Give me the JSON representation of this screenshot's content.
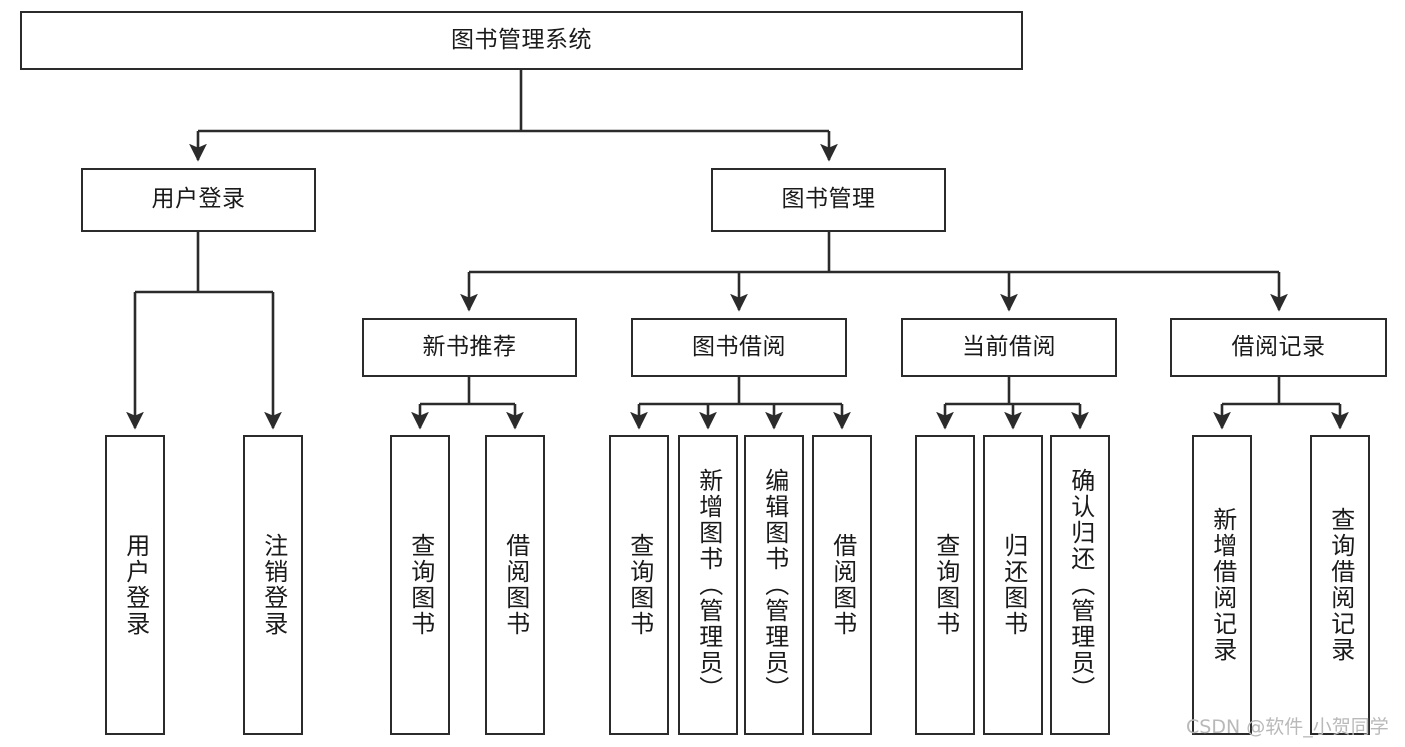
{
  "diagram": {
    "type": "tree-hierarchy",
    "title": "图书管理系统",
    "watermark": "CSDN @软件_小贺同学",
    "colors": {
      "border": "#2b2b2b",
      "background": "#ffffff",
      "text": "#1a1a1a",
      "edge": "#2b2b2b",
      "watermark": "#b9b9b9"
    },
    "nodes": {
      "root": {
        "label": "图书管理系统"
      },
      "level2": [
        {
          "label": "用户登录"
        },
        {
          "label": "图书管理"
        }
      ],
      "level3": [
        {
          "label": "新书推荐"
        },
        {
          "label": "图书借阅"
        },
        {
          "label": "当前借阅"
        },
        {
          "label": "借阅记录"
        }
      ],
      "leaves_user_login": [
        {
          "label": "用户登录"
        },
        {
          "label": "注销登录"
        }
      ],
      "leaves_new_books": [
        {
          "label": "查询图书"
        },
        {
          "label": "借阅图书"
        }
      ],
      "leaves_borrow": [
        {
          "label": "查询图书"
        },
        {
          "label": "新增图书（管理员）"
        },
        {
          "label": "编辑图书（管理员）"
        },
        {
          "label": "借阅图书"
        }
      ],
      "leaves_current": [
        {
          "label": "查询图书"
        },
        {
          "label": "归还图书"
        },
        {
          "label": "确认归还（管理员）"
        }
      ],
      "leaves_records": [
        {
          "label": "新增借阅记录"
        },
        {
          "label": "查询借阅记录"
        }
      ]
    }
  }
}
